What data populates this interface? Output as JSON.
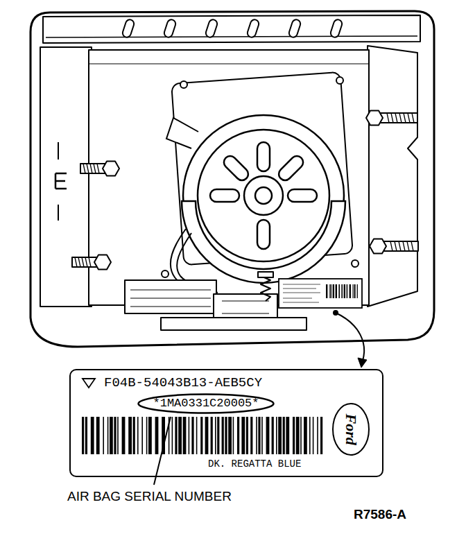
{
  "diagram": {
    "nodes": [
      {
        "text": [
          "F04B-54043B13-AEB5CY",
          "DK. REGATTA BLUE"
        ]
      },
      {
        "text": [
          "*1MA0331C20005*"
        ],
        "in": 0
      },
      {
        "text": [
          "Ford"
        ],
        "in": 0
      }
    ],
    "labels": [
      "AIR BAG SERIAL NUMBER",
      "R7586-A"
    ]
  }
}
